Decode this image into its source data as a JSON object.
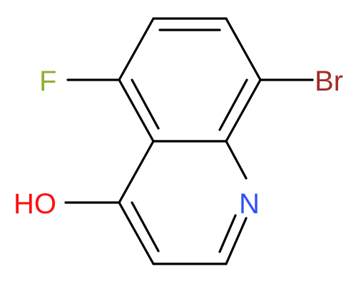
{
  "molecule": {
    "atoms": {
      "fluorine": {
        "text": "F",
        "color": "#8fb031"
      },
      "bromine": {
        "text": "Br",
        "color": "#a52a2a"
      },
      "hydroxyl": {
        "text": "HO",
        "color": "#ff0d0d"
      },
      "nitrogen": {
        "text": "N",
        "color": "#3050f8"
      }
    },
    "bond_color": "#000000"
  }
}
